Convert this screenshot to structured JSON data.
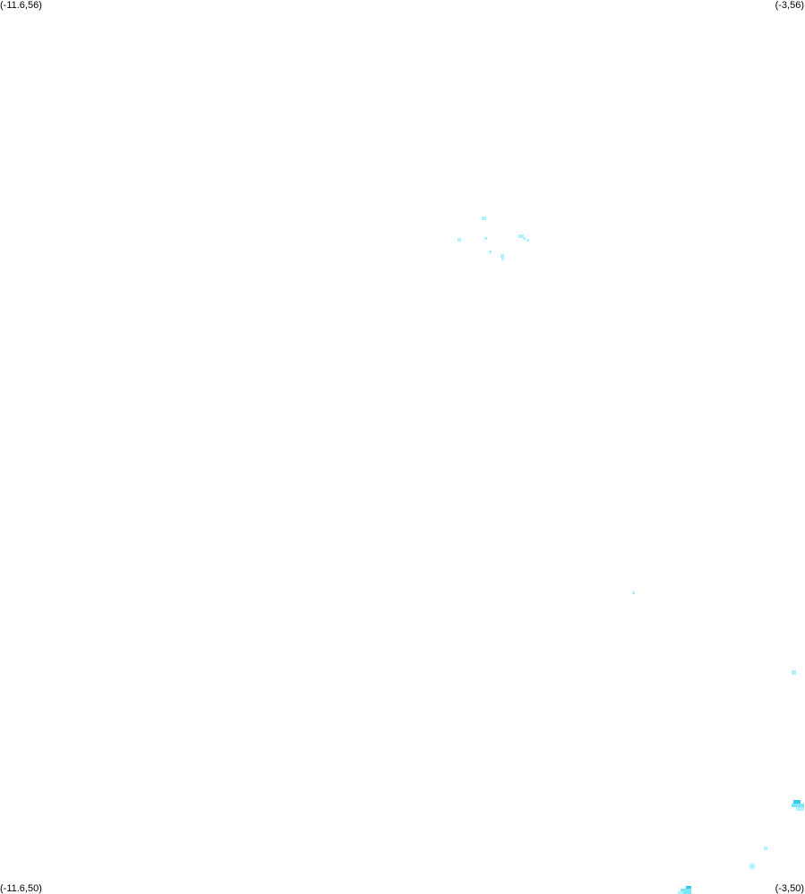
{
  "corners": {
    "top_left": "(-11.6,56)",
    "top_right": "(-3,56)",
    "bottom_left": "(-11.6,50)",
    "bottom_right": "(-3,50)"
  },
  "colors": {
    "background": "#ffffff",
    "text": "#000000",
    "light_blob": "#aef3fb",
    "mid_blob": "#7fe6f8",
    "dark_blob": "#35c9ef"
  }
}
